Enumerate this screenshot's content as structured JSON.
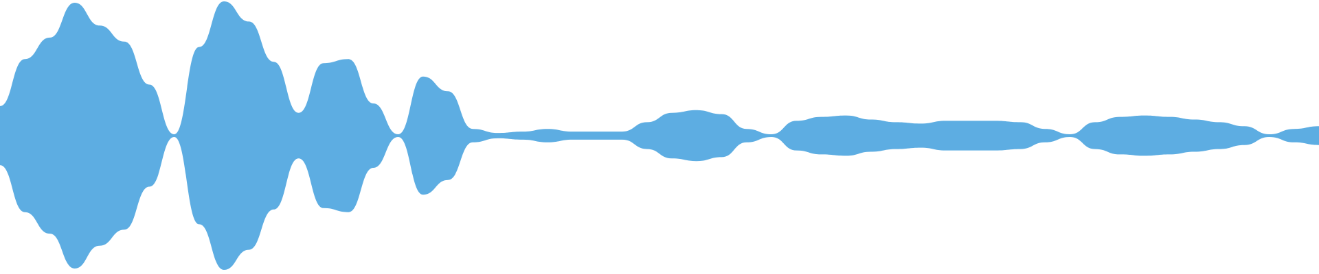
{
  "waveform": {
    "color": "#5dade2",
    "background": "#ffffff",
    "envelope": [
      0.22,
      0.57,
      0.73,
      0.99,
      0.82,
      0.7,
      0.38,
      0.01,
      0.66,
      1.0,
      0.85,
      0.55,
      0.17,
      0.54,
      0.57,
      0.24,
      0.01,
      0.44,
      0.33,
      0.05,
      0.02,
      0.03,
      0.05,
      0.03,
      0.03,
      0.03,
      0.1,
      0.17,
      0.19,
      0.16,
      0.05,
      0.01,
      0.11,
      0.14,
      0.15,
      0.12,
      0.1,
      0.09,
      0.11,
      0.11,
      0.11,
      0.1,
      0.05,
      0.01,
      0.1,
      0.14,
      0.15,
      0.14,
      0.12,
      0.1,
      0.07,
      0.01,
      0.05,
      0.07
    ]
  }
}
